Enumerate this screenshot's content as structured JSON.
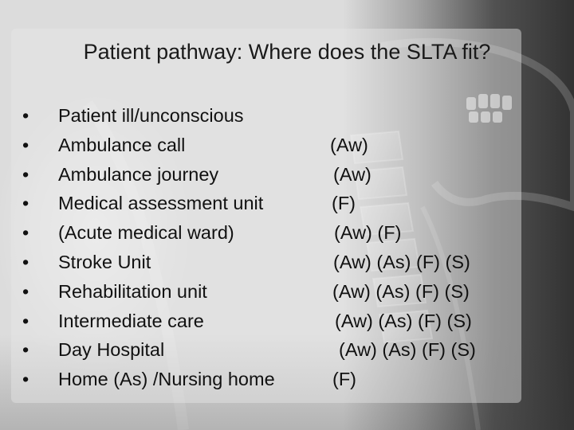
{
  "slide": {
    "title": "Patient pathway: Where does the SLTA fit?",
    "bullet_glyph": "•",
    "items": [
      {
        "label": "Patient ill/unconscious",
        "codes": ""
      },
      {
        "label": "Ambulance call",
        "codes": "(Aw)"
      },
      {
        "label": "Ambulance journey",
        "codes": "(Aw)"
      },
      {
        "label": "Medical assessment unit",
        "codes": "(F)"
      },
      {
        "label": "(Acute medical ward)",
        "codes": "(Aw) (F)"
      },
      {
        "label": "Stroke Unit",
        "codes": "(Aw) (As) (F) (S)"
      },
      {
        "label": "Rehabilitation unit",
        "codes": "(Aw) (As) (F) (S)"
      },
      {
        "label": "Intermediate care",
        "codes": "(Aw) (As) (F) (S)"
      },
      {
        "label": "Day Hospital",
        "codes": "(Aw) (As) (F) (S)"
      },
      {
        "label": "Home (As) /Nursing home",
        "codes": "(F)"
      }
    ]
  },
  "colors": {
    "text": "#111111",
    "background": "#dcdcdc",
    "xray_dark": "#1e1e1e"
  }
}
